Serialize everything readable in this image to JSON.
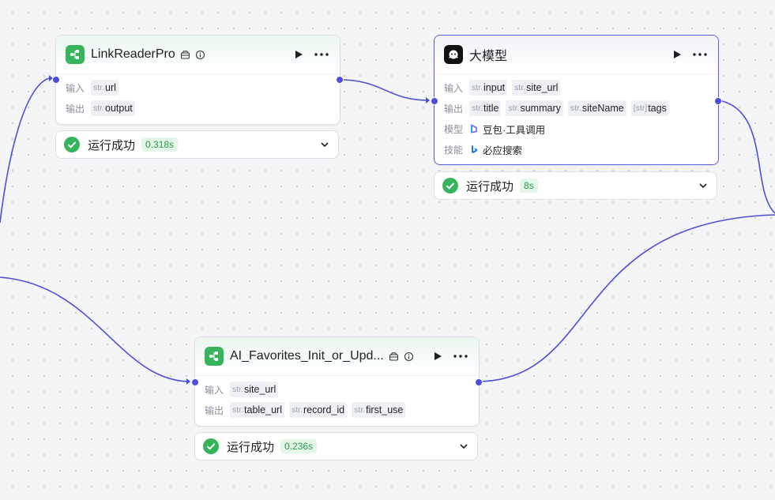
{
  "colors": {
    "edge": "#4b4fd9",
    "success": "#36b45c",
    "selected_border": "#5a5ee0"
  },
  "nodes": {
    "link_reader": {
      "title": "LinkReaderPro",
      "icon": "plugin-icon",
      "status": "运行成功",
      "duration": "0.318s",
      "input_label": "输入",
      "output_label": "输出",
      "inputs": [
        {
          "type": "str.",
          "name": "url"
        }
      ],
      "outputs": [
        {
          "type": "str.",
          "name": "output"
        }
      ]
    },
    "llm": {
      "title": "大模型",
      "icon": "llm-icon",
      "status": "运行成功",
      "duration": "8s",
      "input_label": "输入",
      "output_label": "输出",
      "model_label": "模型",
      "skill_label": "技能",
      "model_value": "豆包·工具调用",
      "skill_value": "必应搜索",
      "inputs": [
        {
          "type": "str.",
          "name": "input"
        },
        {
          "type": "str.",
          "name": "site_url"
        }
      ],
      "outputs": [
        {
          "type": "str.",
          "name": "title"
        },
        {
          "type": "str.",
          "name": "summary"
        },
        {
          "type": "str.",
          "name": "siteName"
        },
        {
          "type": "[str]",
          "name": "tags"
        }
      ]
    },
    "ai_favorites": {
      "title": "AI_Favorites_Init_or_Upd...",
      "icon": "plugin-icon",
      "status": "运行成功",
      "duration": "0.236s",
      "input_label": "输入",
      "output_label": "输出",
      "inputs": [
        {
          "type": "str.",
          "name": "site_url"
        }
      ],
      "outputs": [
        {
          "type": "str.",
          "name": "table_url"
        },
        {
          "type": "str.",
          "name": "record_id"
        },
        {
          "type": "str.",
          "name": "first_use"
        }
      ]
    }
  }
}
